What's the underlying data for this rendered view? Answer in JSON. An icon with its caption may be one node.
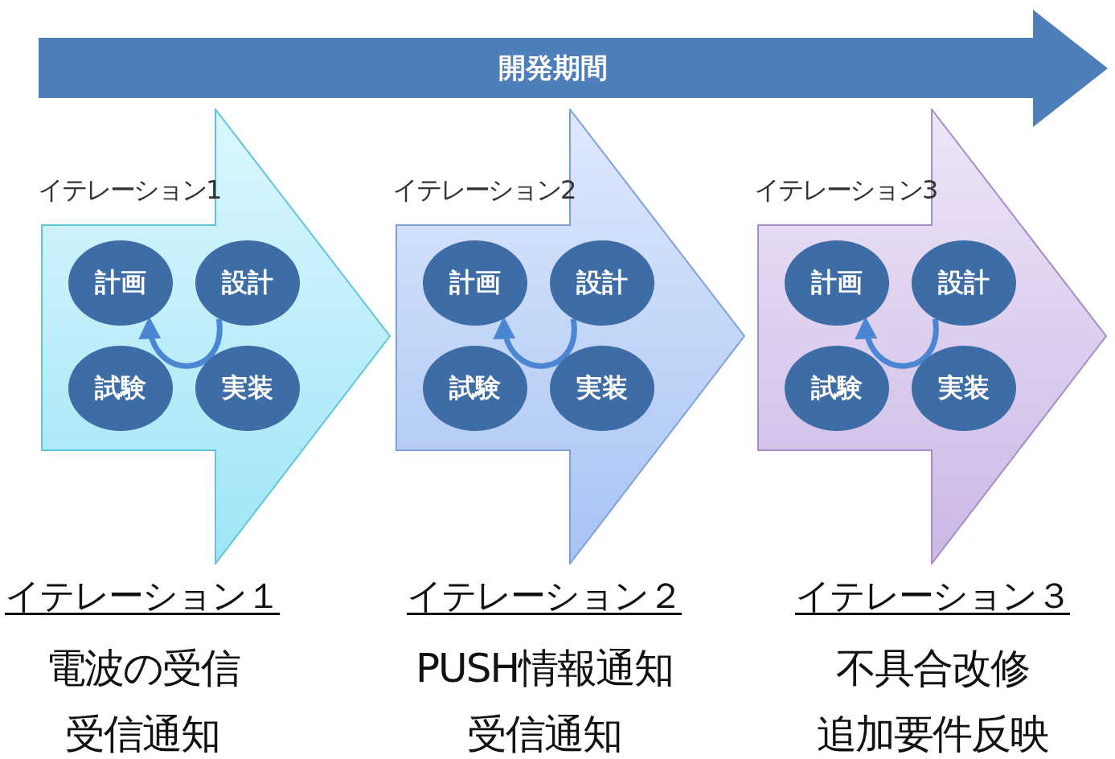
{
  "diagram": {
    "nodes": [
      {
        "text": [
          "開発期間"
        ]
      },
      {
        "text": [
          "イテレーション1"
        ],
        "beside": [
          "イテレーション１",
          "電波の受信",
          "受信通知"
        ]
      },
      {
        "text": [
          "計画"
        ],
        "in": 1
      },
      {
        "text": [
          "設計"
        ],
        "in": 1
      },
      {
        "text": [
          "試験"
        ],
        "in": 1
      },
      {
        "text": [
          "実装"
        ],
        "in": 1
      },
      {
        "text": [
          "イテレーション2"
        ],
        "beside": [
          "イテレーション２",
          "PUSH情報通知",
          "受信通知"
        ]
      },
      {
        "text": [
          "計画"
        ],
        "in": 6
      },
      {
        "text": [
          "設計"
        ],
        "in": 6
      },
      {
        "text": [
          "試験"
        ],
        "in": 6
      },
      {
        "text": [
          "実装"
        ],
        "in": 6
      },
      {
        "text": [
          "イテレーション3"
        ],
        "beside": [
          "イテレーション３",
          "不具合改修",
          "追加要件反映"
        ]
      },
      {
        "text": [
          "計画"
        ],
        "in": 11
      },
      {
        "text": [
          "設計"
        ],
        "in": 11
      },
      {
        "text": [
          "試験"
        ],
        "in": 11
      },
      {
        "text": [
          "実装"
        ],
        "in": 11
      }
    ],
    "edges": [
      {
        "from": 3,
        "to": 2,
        "arrow": "to"
      },
      {
        "from": 8,
        "to": 7,
        "arrow": "to"
      },
      {
        "from": 13,
        "to": 12,
        "arrow": "to"
      }
    ]
  }
}
